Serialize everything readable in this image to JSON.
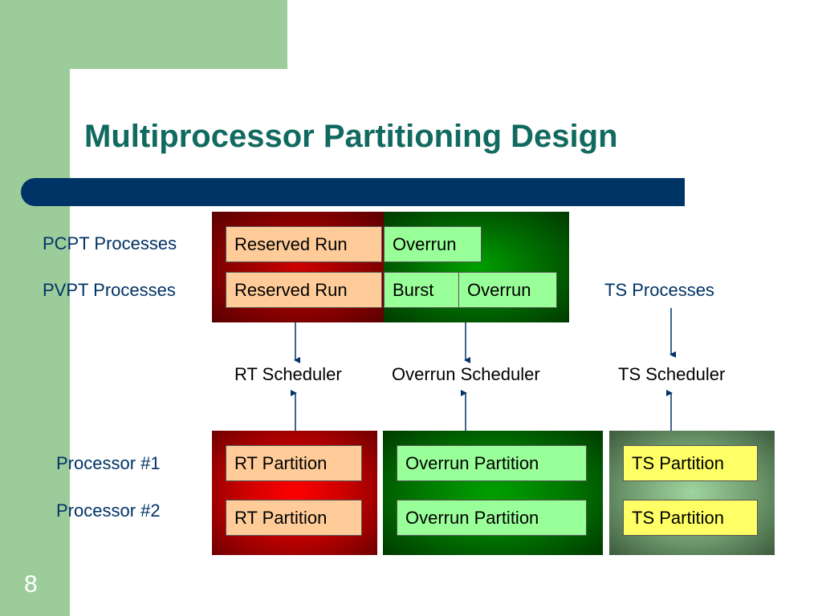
{
  "slide": {
    "title": "Multiprocessor Partitioning Design",
    "number": "8"
  },
  "processes": {
    "pcpt_label": "PCPT Processes",
    "pvpt_label": "PVPT Processes",
    "ts_label": "TS Processes",
    "pcpt_boxes": [
      "Reserved Run",
      "Overrun"
    ],
    "pvpt_boxes": [
      "Reserved Run",
      "Burst",
      "Overrun"
    ]
  },
  "schedulers": {
    "rt": "RT Scheduler",
    "overrun": "Overrun Scheduler",
    "ts": "TS Scheduler"
  },
  "processors": {
    "p1_label": "Processor #1",
    "p2_label": "Processor #2",
    "rt_partition": "RT Partition",
    "overrun_partition": "Overrun Partition",
    "ts_partition": "TS Partition"
  },
  "colors": {
    "title": "#116a5f",
    "accent_bar": "#003366",
    "sidebar": "#9ccc9a",
    "reserved_box": "#ffcc99",
    "overrun_box": "#99ff99",
    "ts_box": "#ffff66"
  }
}
